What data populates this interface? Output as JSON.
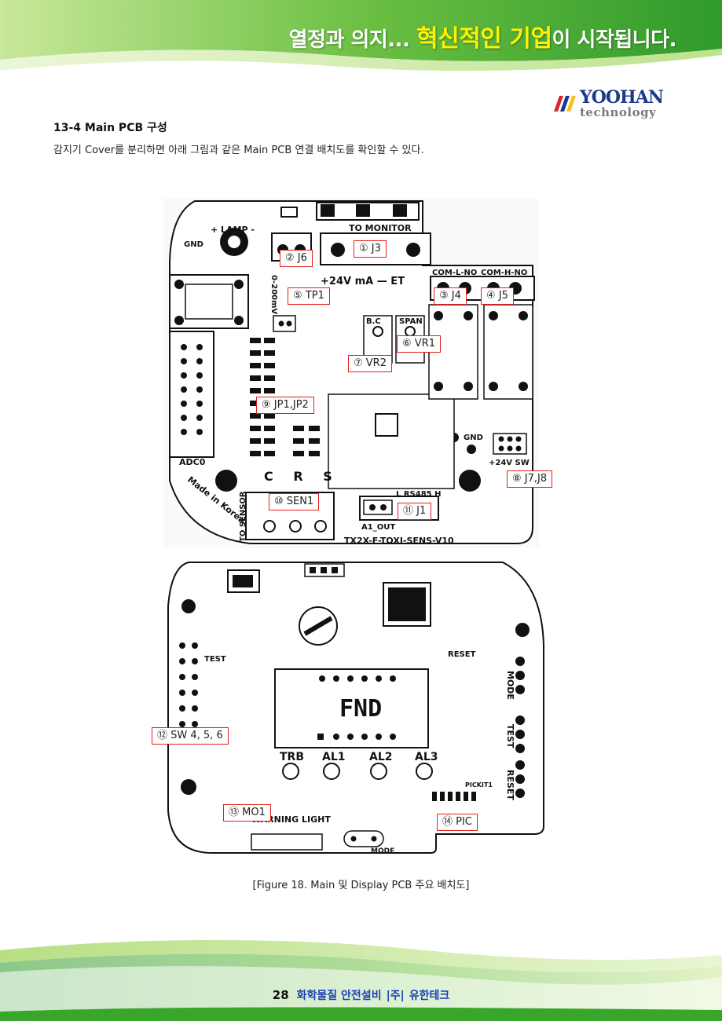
{
  "header": {
    "slogan_pre": "열정과 의지... ",
    "slogan_highlight": "혁신적인 기업",
    "slogan_post": "이 시작됩니다."
  },
  "logo": {
    "brand": "YOOHAN",
    "sub": "technology",
    "colors": {
      "brand": "#1a3a8c",
      "stripe_red": "#d9262a",
      "stripe_blue": "#1a3a8c",
      "stripe_yellow": "#f4c21a"
    }
  },
  "section": {
    "title": "13-4 Main PCB 구성",
    "description": "감지기 Cover를 분리하면 아래 그림과 같은 Main PCB 연결 배치도를 확인할 수 있다."
  },
  "main_pcb": {
    "silk": {
      "lamp": "+ LAMP -",
      "to_monitor": "TO MONITOR",
      "gnd": "GND",
      "power_row": "+24V mA — ET",
      "com_l_no": "COM-L-NO",
      "com_h_no": "COM-H-NO",
      "range": "0-200mV",
      "bc": "B.C",
      "span": "SPAN",
      "adc0": "ADC0",
      "made_in": "Made in Korea",
      "csrs": "C R S",
      "to_sensor": "TO SENSOR",
      "rs485": "L RS485 H",
      "a1_out": "A1_OUT",
      "board_name": "TX2X-F-TOXI-SENS-V10",
      "sw_24v": "+24V SW",
      "gnd2": "GND"
    },
    "callouts": [
      "① J3",
      "② J6",
      "⑤ TP1",
      "③ J4",
      "④ J5",
      "⑥ VR1",
      "⑦ VR2",
      "⑨ JP1,JP2",
      "⑧ J7,J8",
      "⑩ SEN1",
      "⑪ J1"
    ]
  },
  "display_pcb": {
    "silk": {
      "fnd": "FND",
      "trb": "TRB",
      "al1": "AL1",
      "al2": "AL2",
      "al3": "AL3",
      "mode": "MODE",
      "test": "TEST",
      "reset": "RESET",
      "sw6_reset": "RESET",
      "sw5_test": "TEST",
      "warning": "WARNING LIGHT",
      "mode_bottom": "MODE",
      "pickit": "PICKIT1"
    },
    "callouts": [
      "⑫ SW 4, 5, 6",
      "⑬ MO1",
      "⑭ PIC"
    ]
  },
  "caption": "[Figure 18. Main 및 Display PCB 주요 배치도]",
  "footer": {
    "page": "28",
    "left": "화학물질 안전설비",
    "sep": "|주|",
    "right": "유한테크"
  },
  "colors": {
    "green_dark": "#3aa52b",
    "green_light": "#a7d86a",
    "callout_border": "#e0201b",
    "footer_blue": "#1a3fb5"
  }
}
